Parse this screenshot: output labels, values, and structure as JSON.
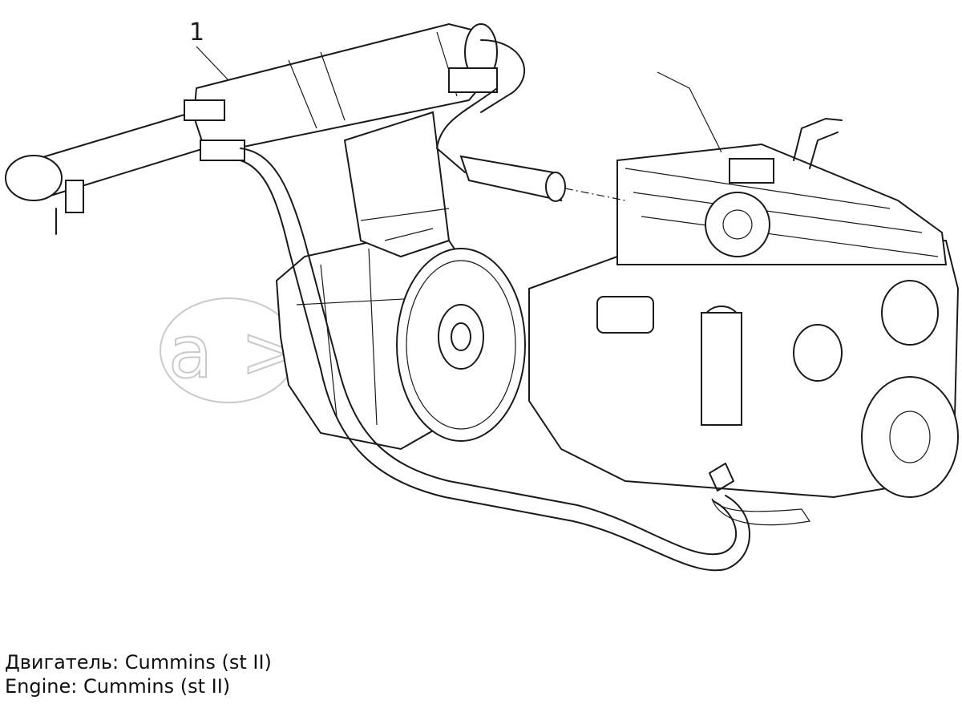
{
  "diagram": {
    "callout_number": "1",
    "watermark": "autopiter.ru"
  },
  "caption": {
    "line_ru": "Двигатель: Cummins (st II)",
    "line_en": "Engine: Cummins (st II)"
  }
}
